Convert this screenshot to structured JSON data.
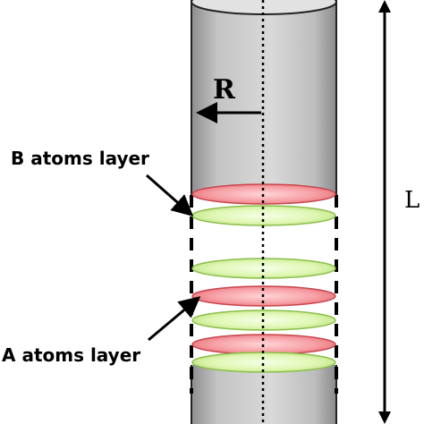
{
  "labels": {
    "radius": "R",
    "length": "L",
    "b_layer": "B atoms layer",
    "a_layer": "A atoms layer"
  },
  "colors": {
    "a_layer_fill": "#f27a7f",
    "b_layer_fill": "#d8f5a8",
    "cylinder": "#b8b8b8"
  },
  "layers": [
    "A",
    "B",
    "B",
    "A",
    "B",
    "A",
    "B"
  ]
}
